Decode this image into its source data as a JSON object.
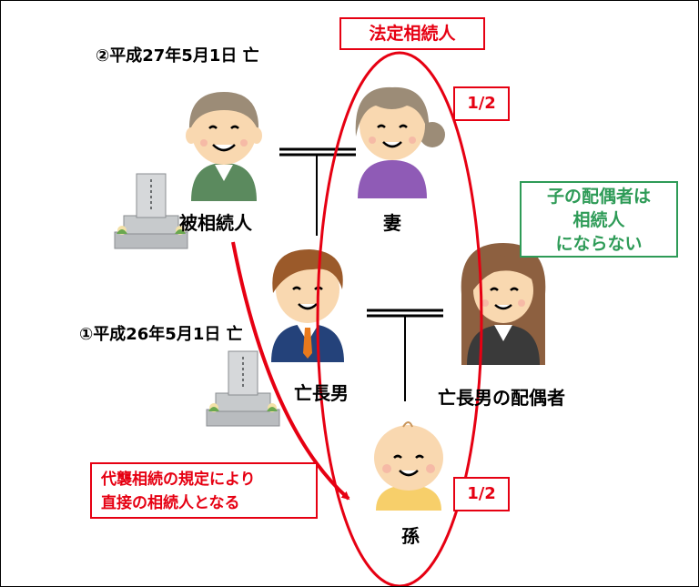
{
  "header_label": "法定相続人",
  "people": {
    "decedent": {
      "label": "被相続人",
      "death_note": "②平成27年5月1日 亡"
    },
    "wife": {
      "label": "妻",
      "share": "1/2"
    },
    "eldest_son": {
      "label": "亡長男",
      "death_note": "①平成26年5月1日 亡"
    },
    "son_spouse": {
      "label": "亡長男の配偶者"
    },
    "grandchild": {
      "label": "孫",
      "share": "1/2"
    }
  },
  "notes": {
    "spouse_note": [
      "子の配偶者は",
      "相続人",
      "にならない"
    ],
    "substitution_note": [
      "代襲相続の規定により",
      "直接の相続人となる"
    ]
  },
  "colors": {
    "red": "#e60012",
    "green": "#2e9b57",
    "skin": "#f9d8b0",
    "hair_old": "#9c8c77",
    "hair_brown": "#9b5a2a",
    "hair_woman": "#8d6040",
    "sweater_green": "#5b8a5e",
    "purple": "#8f5bb6",
    "suit": "#24427a",
    "dark_suit": "#3a3a3a",
    "baby_yellow": "#f7cf6a"
  },
  "icons": [
    "decedent-grandpa-icon",
    "wife-grandma-icon",
    "eldest-son-man-icon",
    "son-spouse-woman-icon",
    "grandchild-baby-icon",
    "gravestone-icon"
  ]
}
